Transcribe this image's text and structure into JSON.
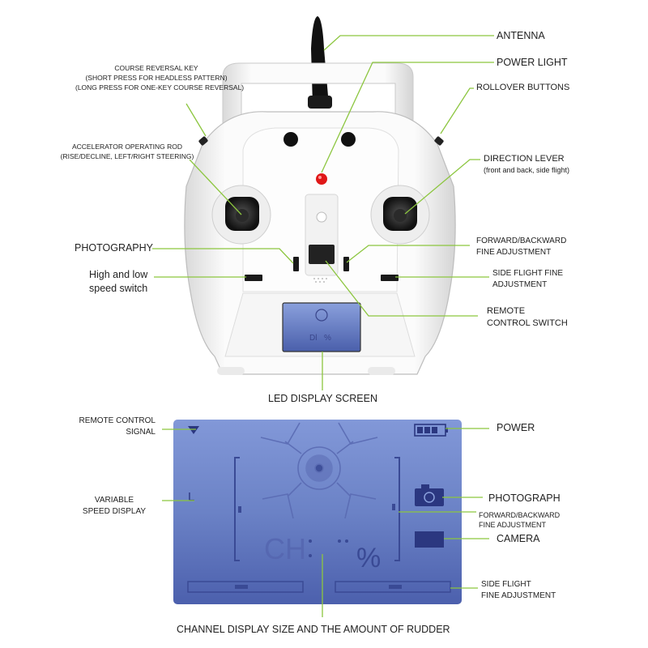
{
  "labels": {
    "antenna": "ANTENNA",
    "power_light": "POWER LIGHT",
    "rollover_buttons": "ROLLOVER BUTTONS",
    "course_reversal": [
      "COURSE REVERSAL KEY",
      "(SHORT PRESS FOR HEADLESS PATTERN)",
      "(LONG PRESS FOR ONE-KEY COURSE REVERSAL)"
    ],
    "accelerator": [
      "ACCELERATOR OPERATING ROD",
      "(RISE/DECLINE, LEFT/RIGHT STEERING)"
    ],
    "direction_lever": [
      "DIRECTION LEVER",
      "(front and back, side flight)"
    ],
    "photography": "PHOTOGRAPHY",
    "forward_backward_top": [
      "FORWARD/BACKWARD",
      "FINE ADJUSTMENT"
    ],
    "high_low_speed": [
      "High and low",
      "speed switch"
    ],
    "side_flight_top": [
      "SIDE FLIGHT FINE",
      "ADJUSTMENT"
    ],
    "remote_control_switch": [
      "REMOTE",
      "CONTROL SWITCH"
    ],
    "led_display_screen": "LED DISPLAY SCREEN",
    "remote_control_signal": [
      "REMOTE CONTROL",
      "SIGNAL"
    ],
    "power": "POWER",
    "variable_speed": [
      "VARIABLE",
      "SPEED DISPLAY"
    ],
    "photograph": "PHOTOGRAPH",
    "forward_backward_bottom": [
      "FORWARD/BACKWARD",
      "FINE ADJUSTMENT"
    ],
    "camera": "CAMERA",
    "side_flight_bottom": [
      "SIDE FLIGHT",
      "FINE ADJUSTMENT"
    ],
    "channel_display": "CHANNEL DISPLAY SIZE AND THE AMOUNT OF RUDDER"
  },
  "lcd": {
    "ch_text": "CH",
    "percent_text": "%",
    "speed_char": "L"
  },
  "colors": {
    "leader_line": "#8cc63f",
    "lcd_background": "#6f86c9",
    "body": "#ffffff"
  }
}
